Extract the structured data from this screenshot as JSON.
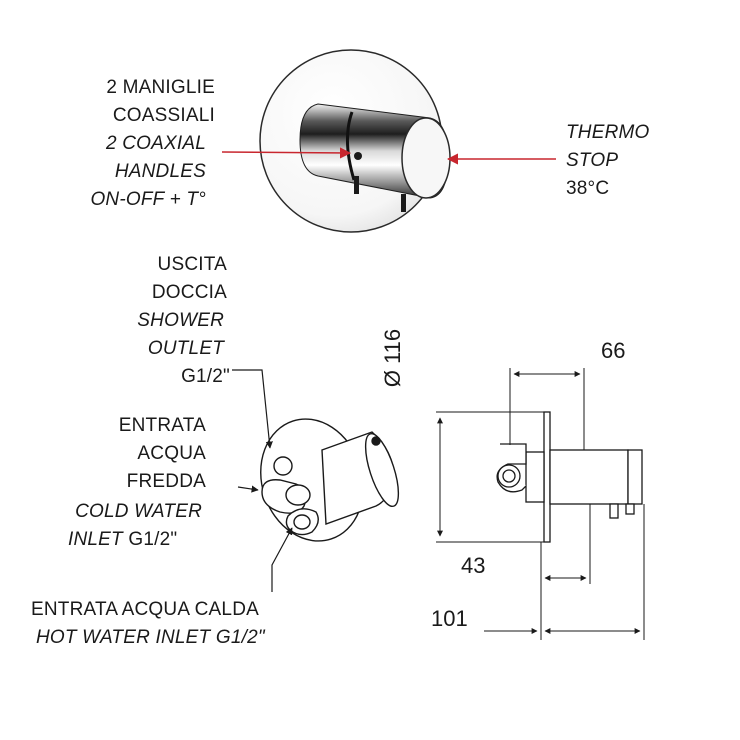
{
  "labels": {
    "handles_it_1": "2 MANIGLIE",
    "handles_it_2": "COASSIALI",
    "handles_en_1": "2 COAXIAL",
    "handles_en_2": "HANDLES",
    "handles_fn": "ON-OFF + T°",
    "thermo_1": "THERMO",
    "thermo_2": "STOP",
    "thermo_3": "38°C",
    "shower_it_1": "USCITA",
    "shower_it_2": "DOCCIA",
    "shower_en_1": "SHOWER",
    "shower_en_2": "OUTLET",
    "shower_size": "G1/2\"",
    "cold_it_1": "ENTRATA",
    "cold_it_2": "ACQUA",
    "cold_it_3": "FREDDA",
    "cold_en_1": "COLD WATER",
    "cold_en_2": "INLET",
    "cold_size": "G1/2\"",
    "hot_it": "ENTRATA ACQUA CALDA",
    "hot_en": "HOT WATER INLET G1/2\""
  },
  "dimensions": {
    "diameter": "Ø 116",
    "depth_front": "66",
    "depth_body": "43",
    "depth_total": "101"
  },
  "colors": {
    "pointer_red": "#c8262e",
    "line": "#1a1a1a",
    "chrome_dark": "#3a3a3a"
  }
}
